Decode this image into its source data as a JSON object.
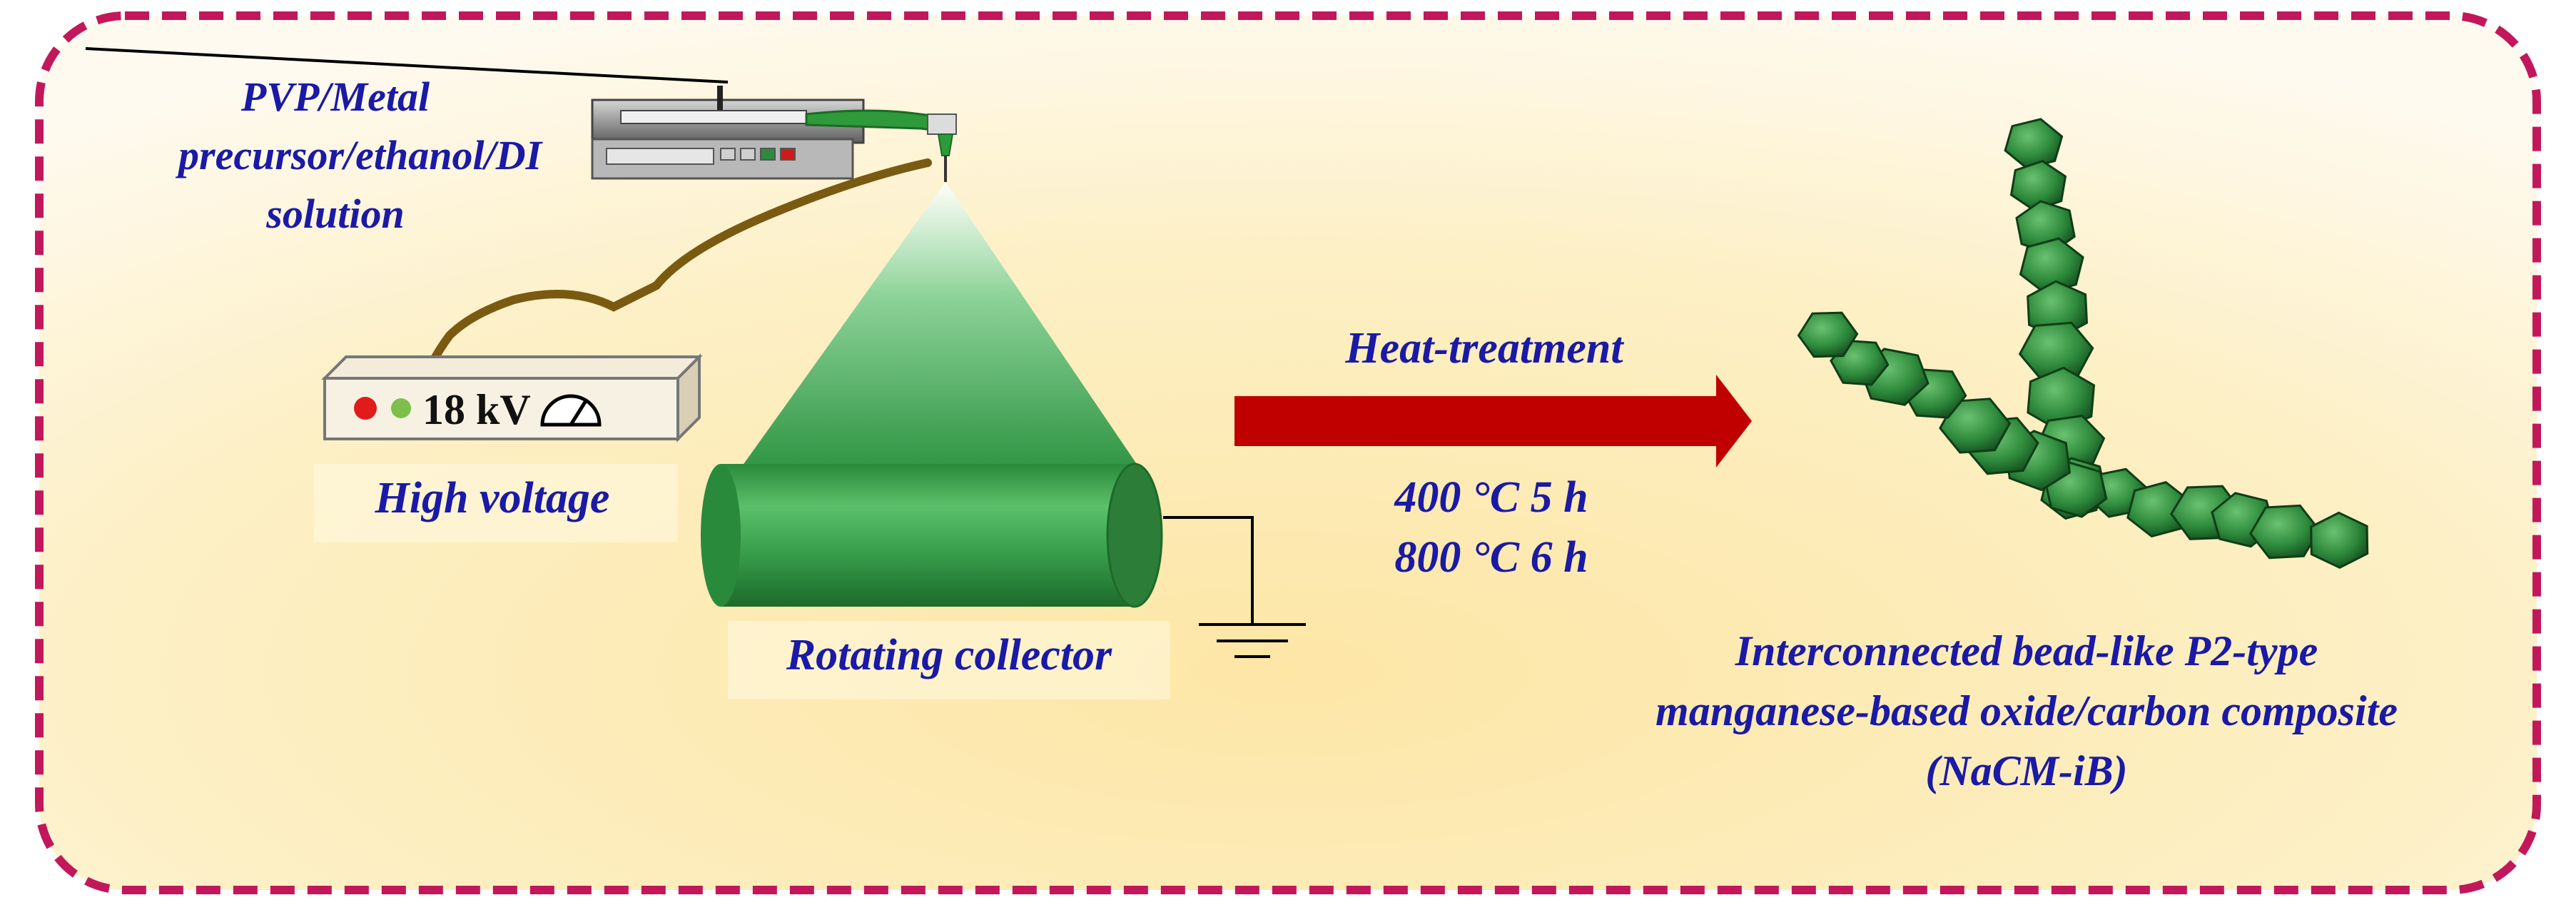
{
  "labels": {
    "solution": [
      "PVP/Metal",
      "precursor/ethanol/DI",
      "solution"
    ],
    "high_voltage": "High voltage",
    "voltage_readout": "18 kV",
    "collector": "Rotating collector",
    "process": "Heat-treatment",
    "conditions": [
      "400 °C 5 h",
      "800 °C  6 h"
    ],
    "product": [
      "Interconnected bead-like P2-type",
      "manganese-based oxide/carbon composite",
      "(NaCM-iB)"
    ]
  },
  "colors": {
    "text": "#1a1aa6",
    "border": "#c2185b",
    "arrow": "#c00000",
    "green_dark": "#1e6b2a",
    "green_light": "#5cc06a",
    "cable": "#7a5a10"
  },
  "icons": [
    "syringe-pump-icon",
    "power-supply-icon",
    "gauge-icon",
    "ground-icon",
    "nanofiber-icon"
  ]
}
